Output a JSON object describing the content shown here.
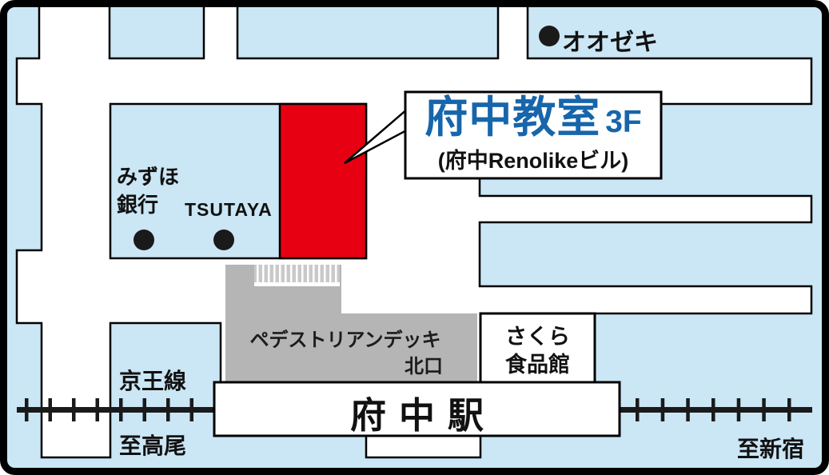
{
  "colors": {
    "background_blue": "#cbe6f5",
    "road_white": "#ffffff",
    "outline_black": "#000000",
    "building_red": "#e60012",
    "deck_gray": "#b5b5b5",
    "classroom_blue": "#1765ab"
  },
  "landmarks": {
    "ozeki": {
      "label": "オオゼキ"
    },
    "mizuho": {
      "line1": "みずほ",
      "line2": "銀行"
    },
    "tsutaya": {
      "label": "TSUTAYA"
    },
    "classroom": {
      "title": "府中教室",
      "floor": "3F",
      "subtitle": "(府中Renolikeビル)"
    },
    "deck": {
      "line1": "ペデストリアンデッキ",
      "line2": "北口"
    },
    "sakura": {
      "line1": "さくら",
      "line2": "食品館"
    },
    "station": {
      "label": "府中駅"
    }
  },
  "railway": {
    "line_name": "京王線",
    "direction_west": "至高尾",
    "direction_east": "至新宿"
  }
}
